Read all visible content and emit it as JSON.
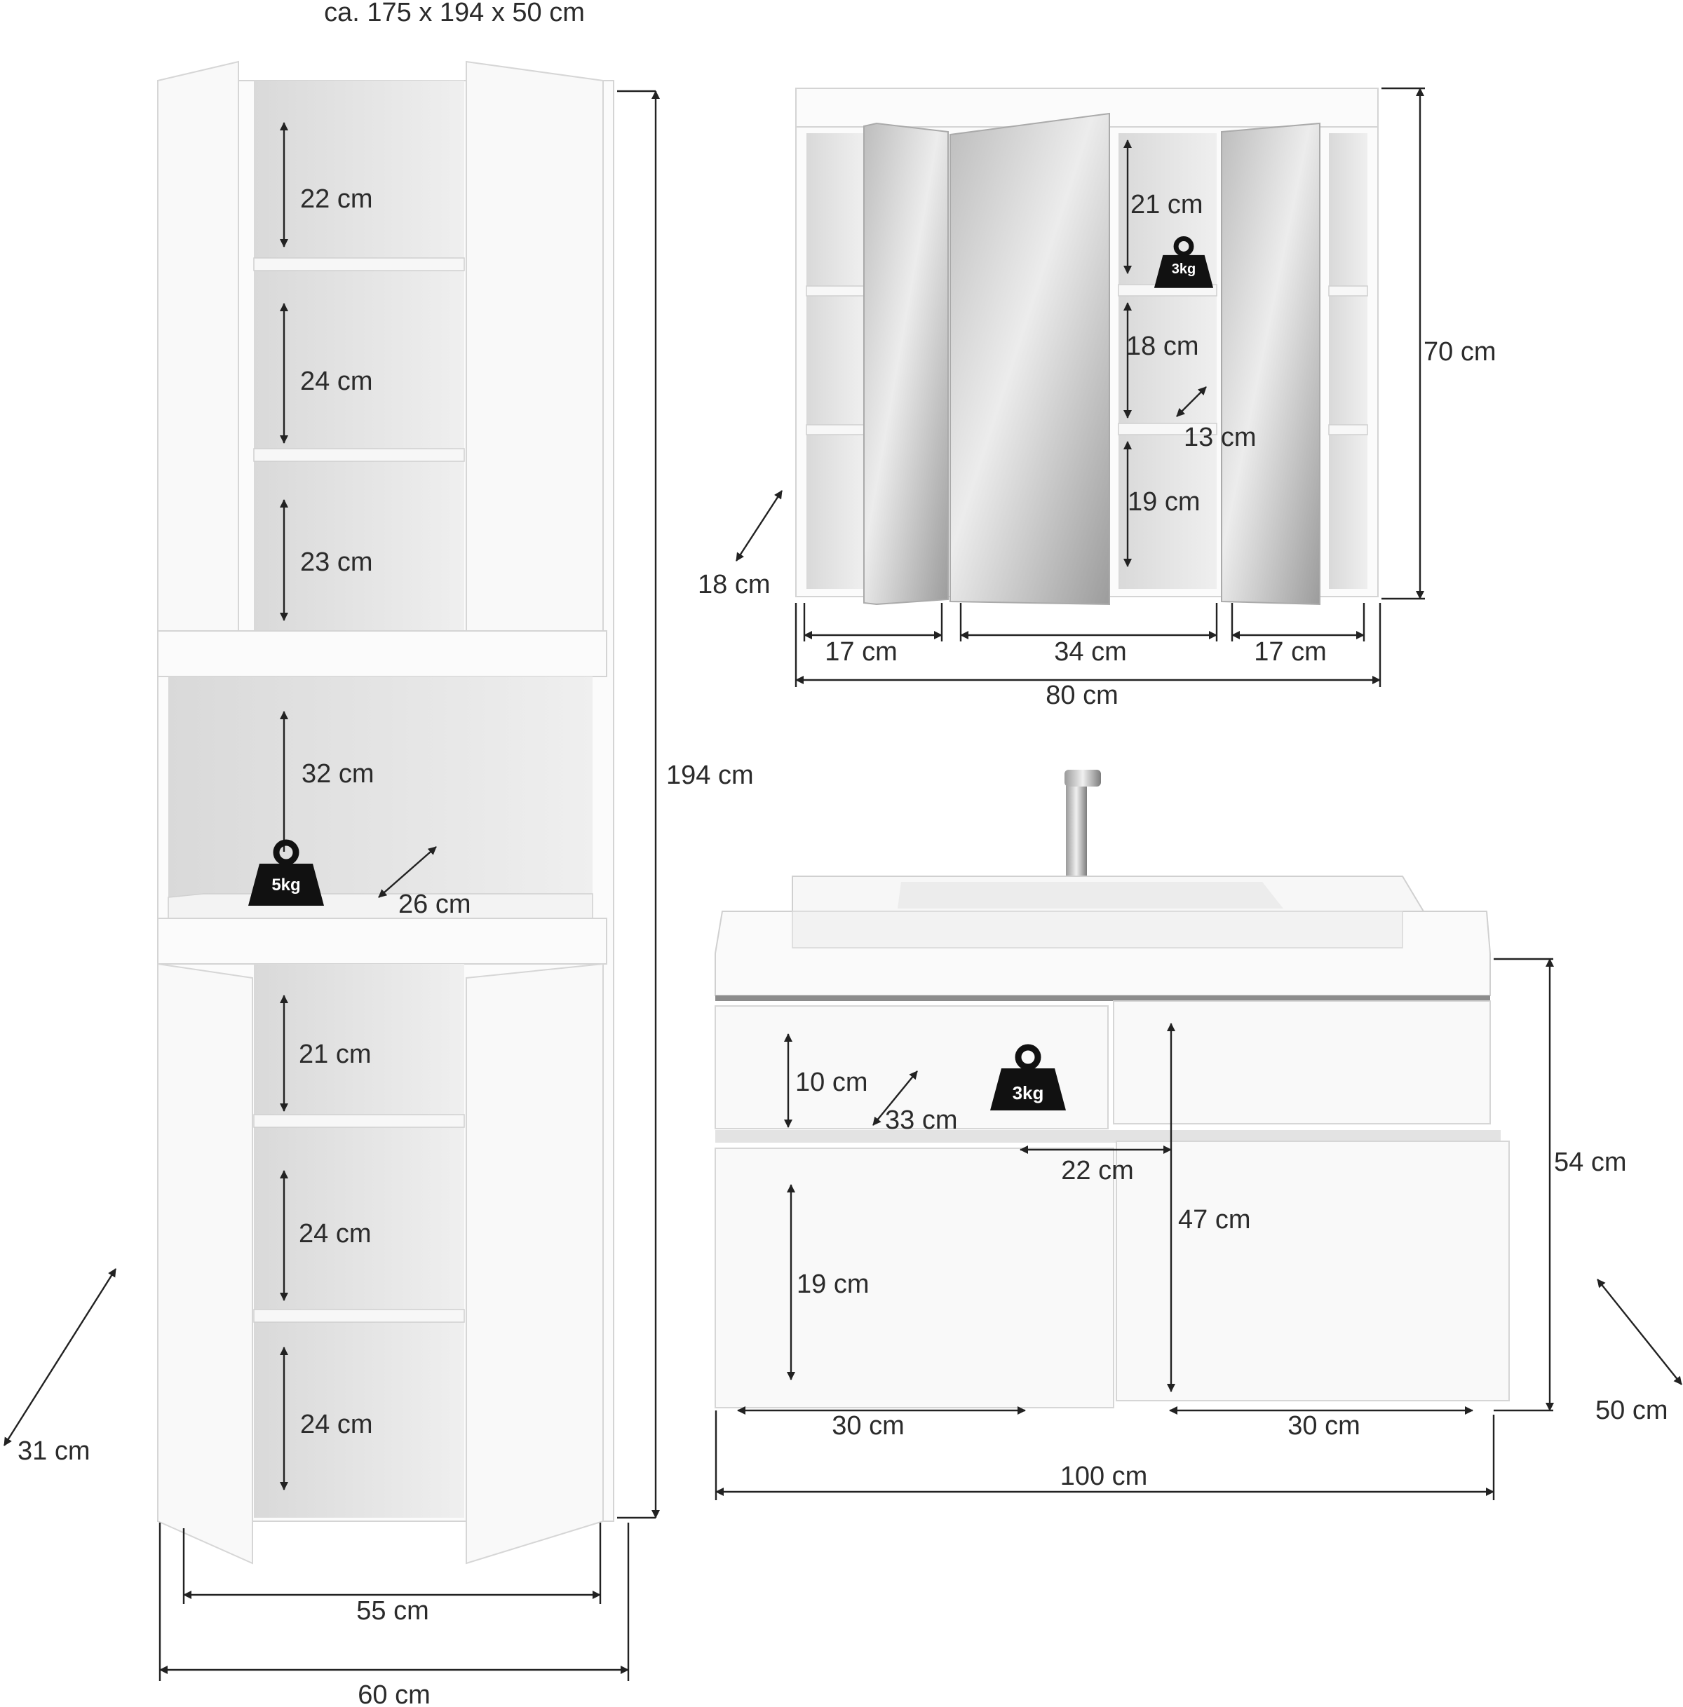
{
  "title": "ca. 175 x 194 x 50 cm",
  "tall_cabinet": {
    "upper_shelves": [
      "22 cm",
      "24 cm",
      "23 cm"
    ],
    "niche_height": "32 cm",
    "niche_depth": "26 cm",
    "niche_load": "5kg",
    "lower_shelves": [
      "21 cm",
      "24 cm",
      "24 cm"
    ],
    "total_height": "194 cm",
    "depth": "31 cm",
    "inner_width": "55 cm",
    "outer_width": "60 cm"
  },
  "mirror_cabinet": {
    "shelf_heights": [
      "21 cm",
      "18 cm",
      "19 cm"
    ],
    "shelf_depth": "13 cm",
    "shelf_load": "3kg",
    "height": "70 cm",
    "depth": "18 cm",
    "left_width": "17 cm",
    "center_width": "34 cm",
    "right_width": "17 cm",
    "total_width": "80 cm"
  },
  "vanity": {
    "top_drawer_height": "10 cm",
    "top_drawer_depth": "33 cm",
    "drawer_load": "3kg",
    "gap_width": "22 cm",
    "right_inner_height": "47 cm",
    "bottom_drawer_height": "19 cm",
    "height": "54 cm",
    "depth": "50 cm",
    "left_width": "30 cm",
    "right_width": "30 cm",
    "total_width": "100 cm"
  }
}
